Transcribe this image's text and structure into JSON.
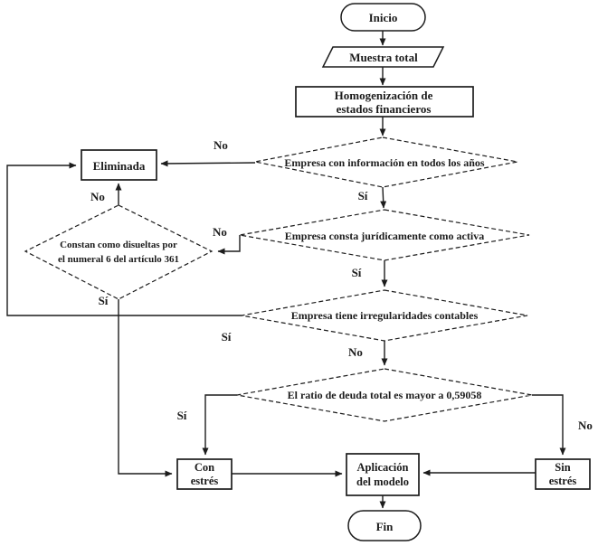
{
  "colors": {
    "line": "#1c1c1c",
    "background": "#ffffff",
    "text": "#1c1c1c"
  },
  "nodes": {
    "inicio": {
      "label": "Inicio"
    },
    "muestra": {
      "label": "Muestra total"
    },
    "homogenizacion": {
      "line1": "Homogenización de",
      "line2": "estados financieros"
    },
    "d_informacion": {
      "label": "Empresa con información en todos los años"
    },
    "eliminada": {
      "label": "Eliminada"
    },
    "d_activa": {
      "label": "Empresa consta jurídicamente como activa"
    },
    "d_disueltas": {
      "line1": "Constan como disueltas por",
      "line2": "el numeral 6 del artículo 361"
    },
    "d_irregularidades": {
      "label": "Empresa tiene irregularidades contables"
    },
    "d_ratio": {
      "label": "El ratio de deuda total es mayor a 0,59058"
    },
    "con_estres": {
      "line1": "Con",
      "line2": "estrés"
    },
    "aplicacion": {
      "line1": "Aplicación",
      "line2": "del modelo"
    },
    "sin_estres": {
      "line1": "Sin",
      "line2": "estrés"
    },
    "fin": {
      "label": "Fin"
    }
  },
  "edge_labels": {
    "info_no": "No",
    "info_si": "Sí",
    "activa_no": "No",
    "activa_si": "Sí",
    "disueltas_no": "No",
    "disueltas_si": "Sí",
    "irregularidades_si": "Sí",
    "irregularidades_no": "No",
    "ratio_si": "Sí",
    "ratio_no": "No"
  }
}
